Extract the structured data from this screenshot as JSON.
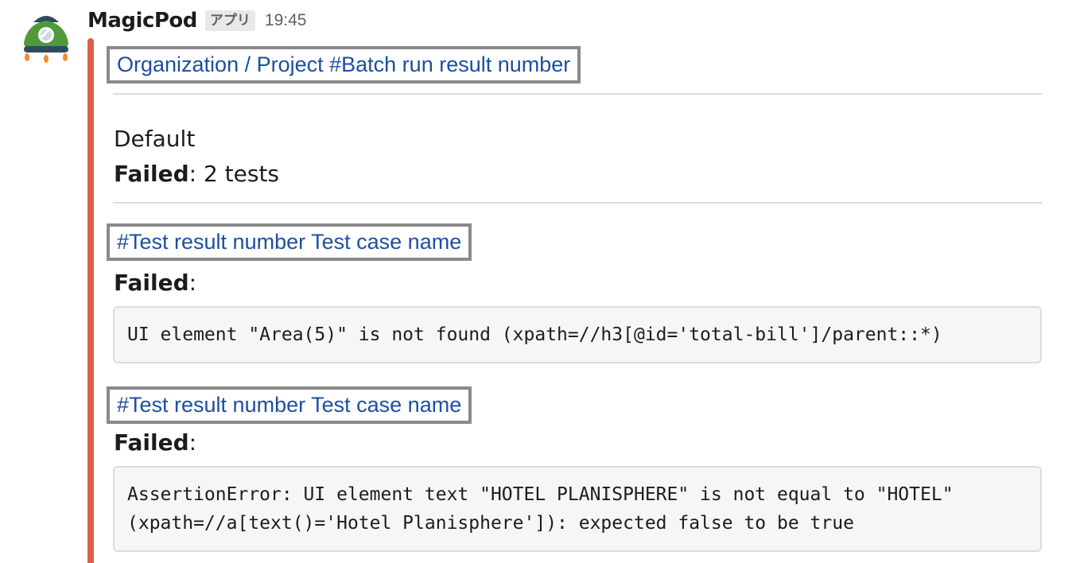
{
  "message": {
    "sender": "MagicPod",
    "badge": "アプリ",
    "timestamp": "19:45"
  },
  "attachment": {
    "accent_color": "#d9604c",
    "title_link": "Organization / Project #Batch run result number",
    "summary": {
      "name": "Default",
      "failed_label": "Failed",
      "failed_value": ": 2 tests"
    },
    "results": [
      {
        "link": "#Test result number Test case name",
        "status_label": "Failed",
        "status_suffix": ":",
        "error_lines": [
          "UI element \"Area(5)\" is not found (xpath=//h3[@id='total-bill']/parent::*)"
        ]
      },
      {
        "link": "#Test result number Test case name",
        "status_label": "Failed",
        "status_suffix": ":",
        "error_lines": [
          "AssertionError: UI element text \"HOTEL PLANISPHERE\" is not equal to \"HOTEL\"",
          "(xpath=//a[text()='Hotel Planisphere']): expected false to be true"
        ]
      }
    ]
  },
  "icons": {
    "avatar": "magicpod-rocket-logo"
  }
}
